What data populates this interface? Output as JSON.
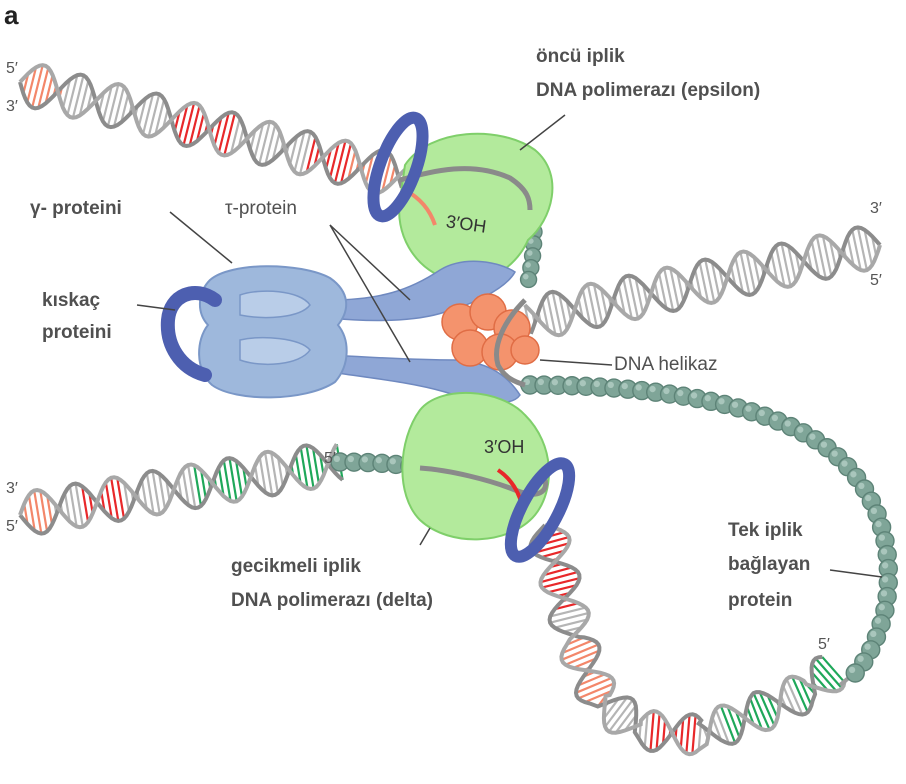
{
  "panel_letter": "a",
  "labels": {
    "leading_line1": "öncü iplik",
    "leading_line2": "DNA polimerazı (epsilon)",
    "gamma": "γ- proteini",
    "tau": "τ-protein",
    "clamp_line1": "kıskaç",
    "clamp_line2": "proteini",
    "helicase": "DNA helikaz",
    "lagging_line1": "gecikmeli iplik",
    "lagging_line2": "DNA polimerazı (delta)",
    "ssb_line1": "Tek iplik",
    "ssb_line2": "bağlayan",
    "ssb_line3": "protein"
  },
  "end_marks": {
    "top_left_5": "5′",
    "top_left_3": "3′",
    "right_3": "3′",
    "right_5": "5′",
    "bottom_left_3": "3′",
    "bottom_left_5": "5′",
    "lagging_5": "5′",
    "loop_5": "5′"
  },
  "oh_leading": "3′OH",
  "oh_lagging": "3′OH",
  "colors": {
    "backbone": "#9e9e9e",
    "rung": "#b5b5b5",
    "primer_red": "#e8282a",
    "primer_salmon": "#f3876a",
    "primer_green": "#1fa85a",
    "polymerase_green": "#b3ea9c",
    "clamp_ring": "#4d5fb0",
    "clamp_loader": "#9eb8dc",
    "tau_blue": "#8fa7d6",
    "helicase_orange": "#f4936d",
    "ssb_bead": "#7fa598"
  }
}
